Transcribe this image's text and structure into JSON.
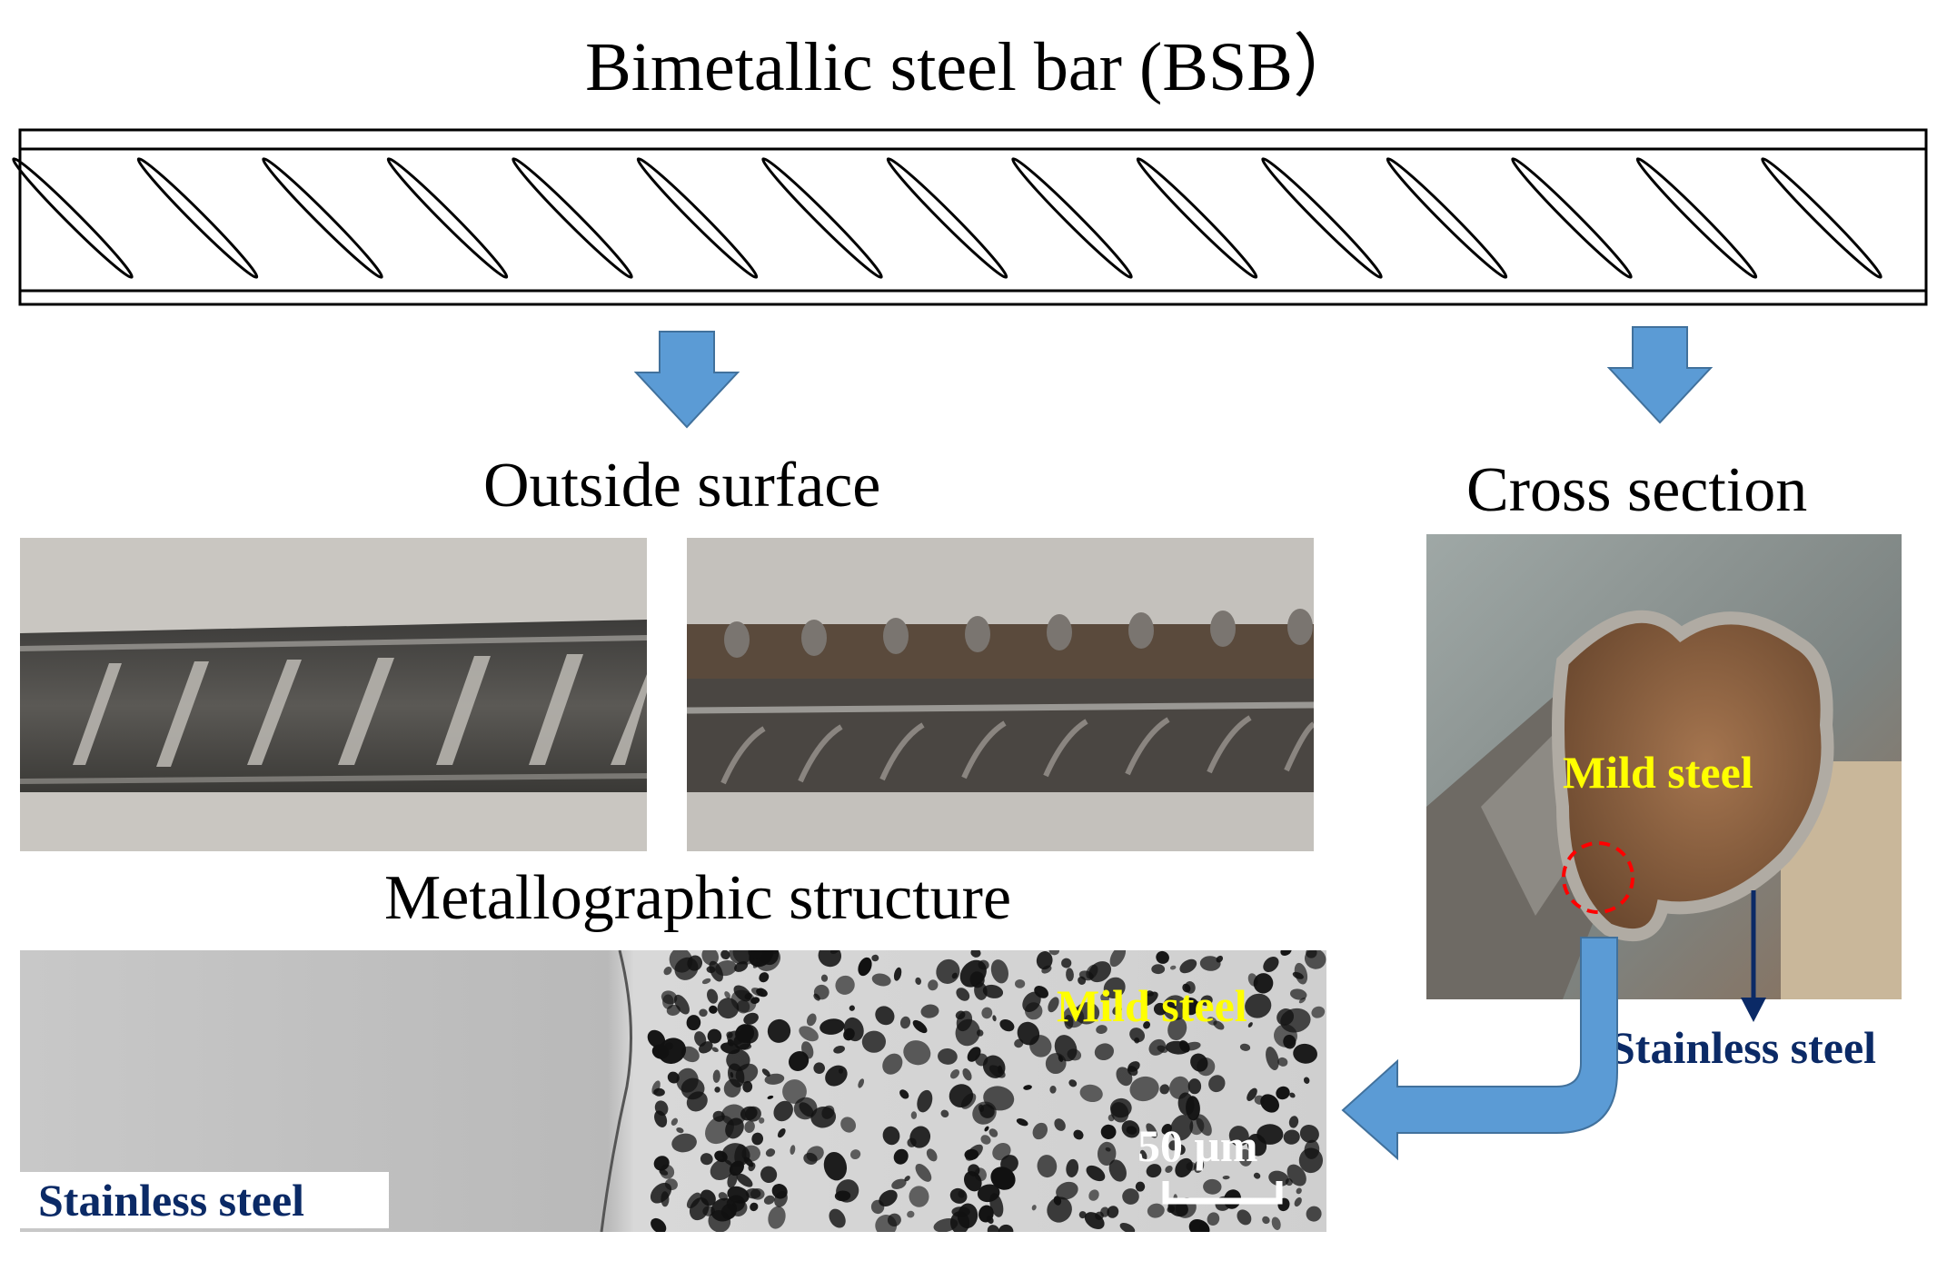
{
  "title": "Bimetallic steel bar (BSB）",
  "labels": {
    "outside_surface": "Outside surface",
    "cross_section": "Cross section",
    "metallographic": "Metallographic structure"
  },
  "annotations": {
    "mild_steel_cross": "Mild steel",
    "stainless_cross": "Stainless steel",
    "mild_steel_micro": "Mild steel",
    "stainless_micro": "Stainless steel",
    "scale_bar": "50 μm"
  },
  "colors": {
    "arrow_blue": "#5b9bd5",
    "navy": "#0b2a66",
    "highlight_yellow": "#ffff00",
    "dashed_red": "#ff0000"
  }
}
